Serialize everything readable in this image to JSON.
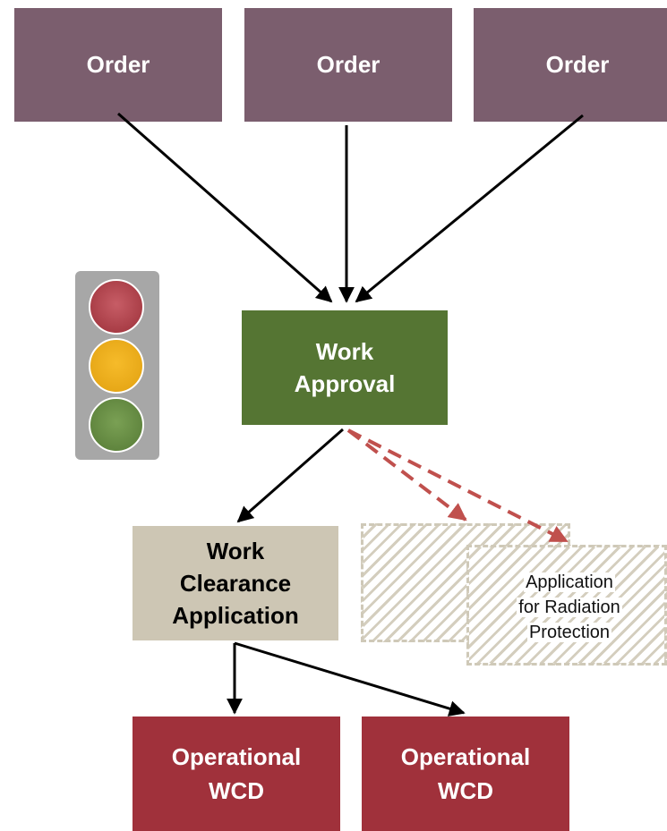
{
  "orders": [
    "Order",
    "Order",
    "Order"
  ],
  "work_approval": [
    "Work",
    "Approval"
  ],
  "work_clearance": [
    "Work",
    "Clearance",
    "Application"
  ],
  "radiation_protection": [
    "Application",
    "for Radiation",
    "Protection"
  ],
  "operational_wcd": [
    {
      "line1": "Operational",
      "line2": "WCD"
    },
    {
      "line1": "Operational",
      "line2": "WCD"
    }
  ],
  "colors": {
    "order": "#7b5e6e",
    "approval": "#557533",
    "clearance": "#cdc6b4",
    "wcd": "#a0313b",
    "dashed_arrow": "#c0504d",
    "traffic_light": "#a7a7a7"
  },
  "traffic_light_icon": "traffic-light-icon"
}
